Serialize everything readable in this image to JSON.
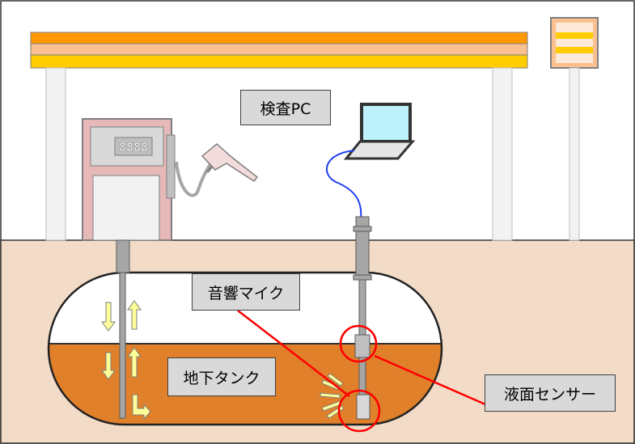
{
  "labels": {
    "inspection_pc": "検査PC",
    "acoustic_mic": "音響マイク",
    "underground_tank": "地下タンク",
    "level_sensor": "液面センサー"
  },
  "dispenser": {
    "display_text": "8888"
  },
  "colors": {
    "canopy_top": "#ff9900",
    "canopy_mid": "#fac090",
    "canopy_bottom": "#ffcc00",
    "ground": "#f2dcc8",
    "fuel": "#e0802a",
    "dispenser_body": "#e6b9b8",
    "pc_screen": "#bdf1fb",
    "pc_cable": "#1f3ef2",
    "callout": "#ff0000",
    "arrow_fill": "#ffff99",
    "pipe": "#a6a6a6"
  },
  "icons": [
    "laptop-icon",
    "fuel-nozzle-icon",
    "sound-wave-icon",
    "flow-arrow-icon"
  ]
}
